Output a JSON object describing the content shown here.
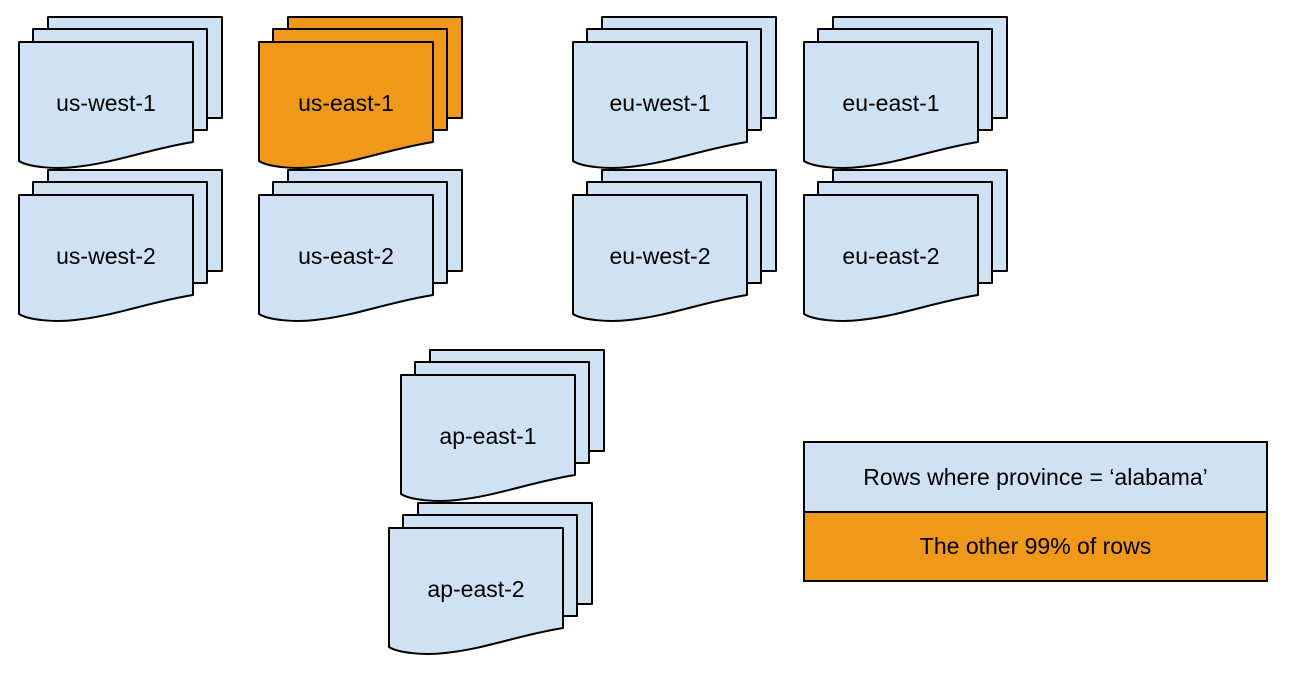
{
  "colors": {
    "canvas": "#ffffff",
    "sheet_blue": "#cfe2f3",
    "sheet_orange": "#f09819",
    "outline": "#000000",
    "text": "#000000"
  },
  "stacks": [
    {
      "label": "us-west-1",
      "variant": "blue"
    },
    {
      "label": "us-east-1",
      "variant": "orange"
    },
    {
      "label": "eu-west-1",
      "variant": "blue"
    },
    {
      "label": "eu-east-1",
      "variant": "blue"
    },
    {
      "label": "us-west-2",
      "variant": "blue"
    },
    {
      "label": "us-east-2",
      "variant": "blue"
    },
    {
      "label": "eu-west-2",
      "variant": "blue"
    },
    {
      "label": "eu-east-2",
      "variant": "blue"
    },
    {
      "label": "ap-east-1",
      "variant": "blue"
    },
    {
      "label": "ap-east-2",
      "variant": "blue"
    }
  ],
  "legend": {
    "rows": [
      {
        "label": "Rows where province = ‘alabama’",
        "variant": "blue"
      },
      {
        "label": "The other 99% of rows",
        "variant": "orange"
      }
    ]
  }
}
